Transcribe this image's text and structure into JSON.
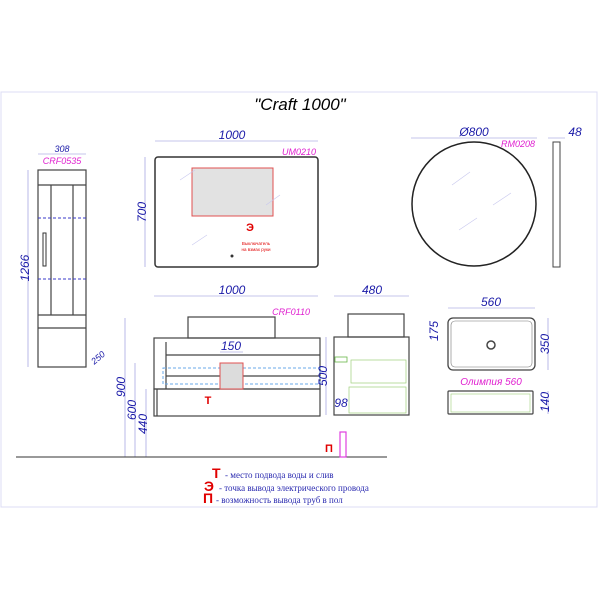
{
  "title": "\"Craft 1000\"",
  "cabinet": {
    "code": "CRF0535",
    "width": "308",
    "height": "1266",
    "depth": "250"
  },
  "mirror": {
    "code": "UM0210",
    "width": "1000",
    "height": "700",
    "marker": "Э",
    "note_line1": "Выключатель",
    "note_line2": "на взмах руки"
  },
  "round_mirror": {
    "code": "RM0208",
    "diameter": "Ø800",
    "thickness": "48"
  },
  "vanity": {
    "code": "CRF0110",
    "width": "1000",
    "pipe_width": "150",
    "marker": "Т",
    "h_total": "900",
    "h_600": "600",
    "h_440": "440"
  },
  "side_view": {
    "depth": "480",
    "height": "500",
    "offset": "98",
    "marker": "П"
  },
  "basin": {
    "name": "Олимпия 560",
    "width": "560",
    "depth": "350",
    "drain_offset": "175",
    "height": "140"
  },
  "legend": [
    {
      "letter": "Т",
      "text": "- место подвода воды и слив"
    },
    {
      "letter": "Э",
      "text": "- точка вывода электрического провода"
    },
    {
      "letter": "П",
      "text": "- возможность вывода труб в пол"
    }
  ],
  "colors": {
    "dimension": "#1a1aa8",
    "code": "#e020d0",
    "marker": "#e00000"
  }
}
